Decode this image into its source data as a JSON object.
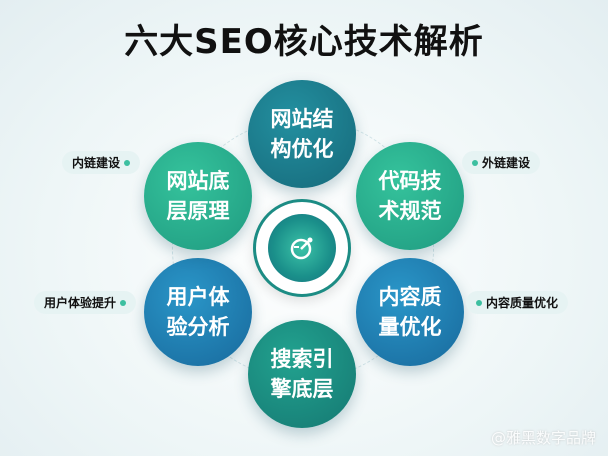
{
  "title": "六大SEO核心技术解析",
  "nodes": [
    {
      "label": "网站结构优化",
      "color": "#1b7c8c"
    },
    {
      "label": "代码技术规范",
      "color": "#26ad8c"
    },
    {
      "label": "内容质量优化",
      "color": "#1f80b4"
    },
    {
      "label": "搜索引擎底层",
      "color": "#1a8a80"
    },
    {
      "label": "用户体验分析",
      "color": "#1f7fb0"
    },
    {
      "label": "网站底层原理",
      "color": "#25a98a"
    }
  ],
  "side_labels": {
    "top_left": "内链建设",
    "top_right": "外链建设",
    "bottom_left": "用户体验提升",
    "bottom_right": "内容质量优化"
  },
  "center_icon": "gauge-icon",
  "watermark": "@雅黑数字品牌"
}
